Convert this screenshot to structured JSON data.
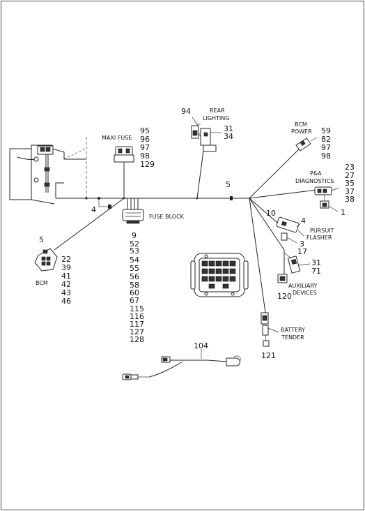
{
  "labels": {
    "rear_lighting_1": "REAR",
    "rear_lighting_2": "LIGHTING",
    "bcm_power_1": "BCM",
    "bcm_power_2": "POWER",
    "pa_diag_1": "P&A",
    "pa_diag_2": "DIAGNOSTICS",
    "maxi_fuse": "MAXI FUSE",
    "fuse_block": "FUSE BLOCK",
    "pursuit_1": "PURSUIT",
    "pursuit_2": "FLASHER",
    "bcm": "BCM",
    "aux_1": "AUXILIARY",
    "aux_2": "DEVICES",
    "battery_1": "BATTERY",
    "battery_2": "TENDER"
  },
  "callouts": {
    "rear_94": "94",
    "rear_31": "31",
    "rear_34": "34",
    "maxi": [
      "95",
      "96",
      "97",
      "98",
      "129"
    ],
    "bcm_power": [
      "59",
      "82",
      "97",
      "98"
    ],
    "pa": [
      "23",
      "27",
      "35",
      "37",
      "38"
    ],
    "pa_1": "1",
    "trunk_5": "5",
    "node_4": "4",
    "bcm_5": "5",
    "bcm": [
      "22",
      "39",
      "41",
      "42",
      "43",
      "46"
    ],
    "fuse_block": [
      "9",
      "52",
      "53",
      "54",
      "55",
      "56",
      "58",
      "60",
      "67",
      "115",
      "116",
      "117",
      "127",
      "128"
    ],
    "pursuit_10": "10",
    "pursuit_4": "4",
    "pursuit_3": "3",
    "pursuit_17": "17",
    "aux_31": "31",
    "aux_71": "71",
    "aux_120": "120",
    "battery_121": "121",
    "harness_104": "104"
  }
}
